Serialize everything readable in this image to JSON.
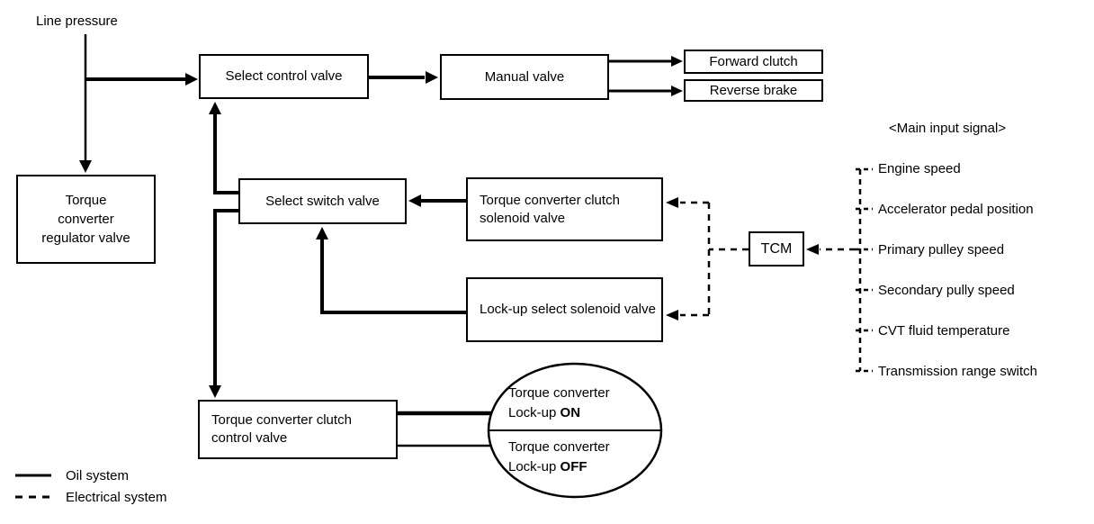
{
  "labels": {
    "line_pressure": "Line pressure"
  },
  "boxes": {
    "select_control_valve": "Select control valve",
    "manual_valve": "Manual valve",
    "forward_clutch": "Forward clutch",
    "reverse_brake": "Reverse brake",
    "torque_converter_regulator_valve": "Torque converter regulator valve",
    "select_switch_valve": "Select switch valve",
    "torque_converter_clutch_solenoid_valve": "Torque converter clutch solenoid valve",
    "lockup_select_solenoid_valve": "Lock-up select solenoid valve",
    "tcm": "TCM",
    "torque_converter_clutch_control_valve": "Torque converter clutch control valve"
  },
  "lockup_states": {
    "on": {
      "line1": "Torque converter",
      "line2": "Lock-up",
      "state": "ON"
    },
    "off": {
      "line1": "Torque converter",
      "line2": "Lock-up",
      "state": "OFF"
    }
  },
  "main_input_signal": {
    "title": "<Main input signal>",
    "items": [
      "Engine speed",
      "Accelerator pedal position",
      "Primary pulley speed",
      "Secondary pully speed",
      "CVT fluid temperature",
      "Transmission range switch"
    ]
  },
  "legend": {
    "oil": "Oil system",
    "electrical": "Electrical system"
  },
  "colors": {
    "line": "#000000",
    "background": "#ffffff"
  }
}
